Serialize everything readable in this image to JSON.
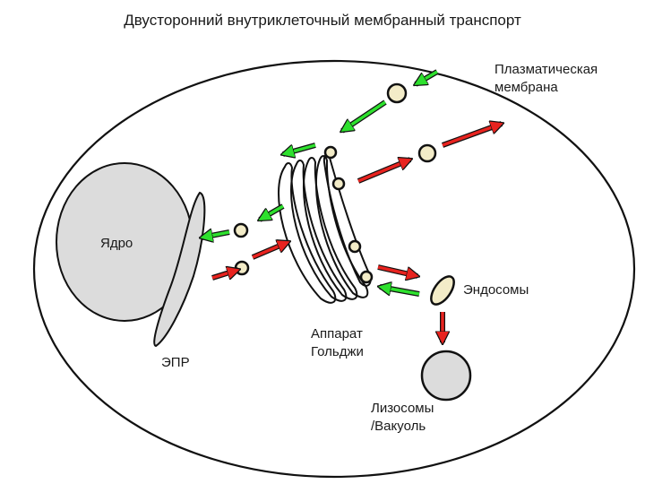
{
  "title": "Двусторонний внутриклеточный мембранный транспорт",
  "labels": {
    "plasma_membrane_line1": "Плазматическая",
    "plasma_membrane_line2": "мембрана",
    "nucleus": "Ядро",
    "er": "ЭПР",
    "golgi_line1": "Аппарат",
    "golgi_line2": "Гольджи",
    "endosomes": "Эндосомы",
    "lysosomes_line1": "Лизосомы",
    "lysosomes_line2": "/Вакуоль"
  },
  "colors": {
    "outward_arrow": "#e8231f",
    "inward_arrow": "#2ee02e",
    "organelle_fill": "#dcdcdc",
    "vesicle_fill": "#f3ecc8",
    "outline": "#111111"
  }
}
